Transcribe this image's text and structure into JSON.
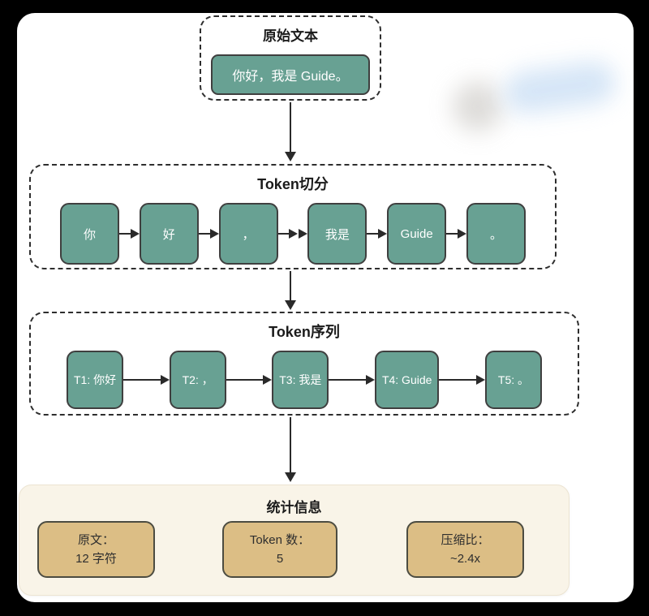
{
  "diagram": {
    "original": {
      "title": "原始文本",
      "text": "你好，我是 Guide。"
    },
    "split": {
      "title": "Token切分",
      "tokens": [
        "你",
        "好",
        "，",
        "我是",
        "Guide",
        "。"
      ]
    },
    "sequence": {
      "title": "Token序列",
      "tokens": [
        "T1: 你好",
        "T2: ，",
        "T3: 我是",
        "T4: Guide",
        "T5: 。"
      ]
    },
    "stats": {
      "title": "统计信息",
      "items": [
        {
          "label": "原文：",
          "value": "12 字符"
        },
        {
          "label": "Token 数：",
          "value": "5"
        },
        {
          "label": "压缩比：",
          "value": "~2.4x"
        }
      ]
    },
    "colors": {
      "token_fill": "#68a193",
      "token_border": "#3f3f3f",
      "stat_fill": "#dcbe85",
      "stat_border": "#4c4c41",
      "stats_panel_bg": "#f9f4e8",
      "arrow": "#2a2a2a"
    }
  }
}
